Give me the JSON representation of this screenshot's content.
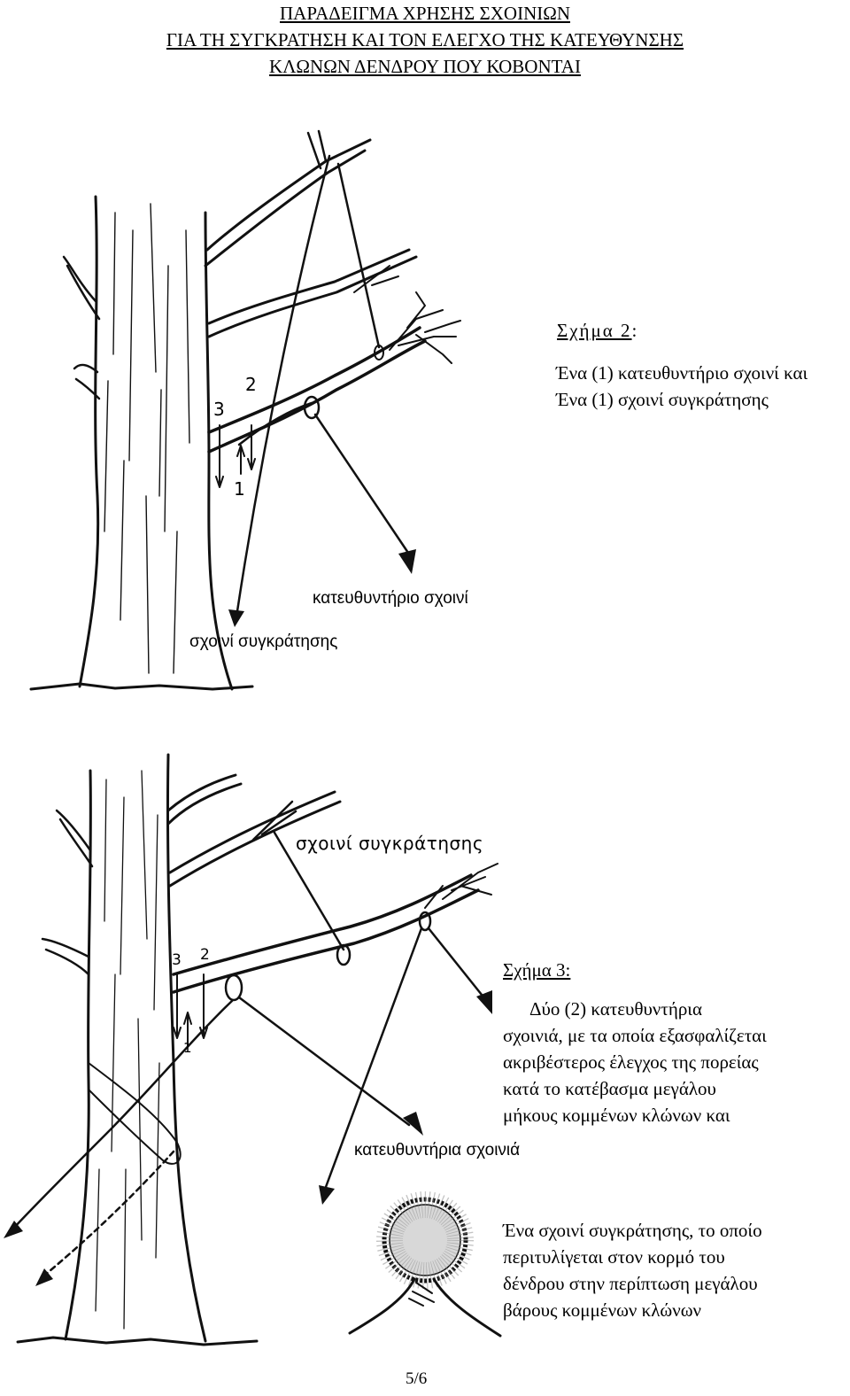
{
  "title": {
    "line1": "ΠΑΡΑΔΕΙΓΜΑ ΧΡΗΣΗΣ ΣΧΟΙΝΙΩΝ",
    "line2": "ΓΙΑ ΤΗ ΣΥΓΚΡΑΤΗΣΗ ΚΑΙ ΤΟΝ ΕΛΕΓΧΟ ΤΗΣ ΚΑΤΕΥΘΥΝΣΗΣ",
    "line3": "ΚΛΩΝΩΝ ΔΕΝΔΡΟΥ ΠΟΥ ΚΟΒΟΝΤΑΙ"
  },
  "figure2": {
    "caption_title": "Σχήμα 2",
    "caption_colon": ":",
    "caption_line1": "Ένα (1) κατευθυντήριο σχοινί και",
    "caption_line2": "Ένα (1) σχοινί συγκράτησης",
    "label_directional": "κατευθυντήριο σχοινί",
    "label_holding": "σχοινί συγκράτησης",
    "numbers": [
      "1",
      "2",
      "3"
    ]
  },
  "figure3": {
    "caption_title": "Σχήμα 3:",
    "caption_lines": [
      "Δύο (2) κατευθυντήρια",
      "σχοινιά, με τα οποία εξασφαλίζεται",
      "ακριβέστερος έλεγχος της πορείας",
      "κατά το κατέβασμα μεγάλου",
      "μήκους κομμένων κλώνων και"
    ],
    "label_holding": "σχοινί συγκράτησης",
    "label_directional": "κατευθυντήρια σχοινιά",
    "numbers": [
      "1",
      "2",
      "3"
    ],
    "wrap_caption_lines": [
      "Ένα σχοινί συγκράτησης,  το οποίο",
      "περιτυλίγεται στον κορμό του",
      "δένδρου στην περίπτωση μεγάλου",
      "βάρους κομμένων κλώνων"
    ]
  },
  "footer": {
    "page": "5/6"
  }
}
